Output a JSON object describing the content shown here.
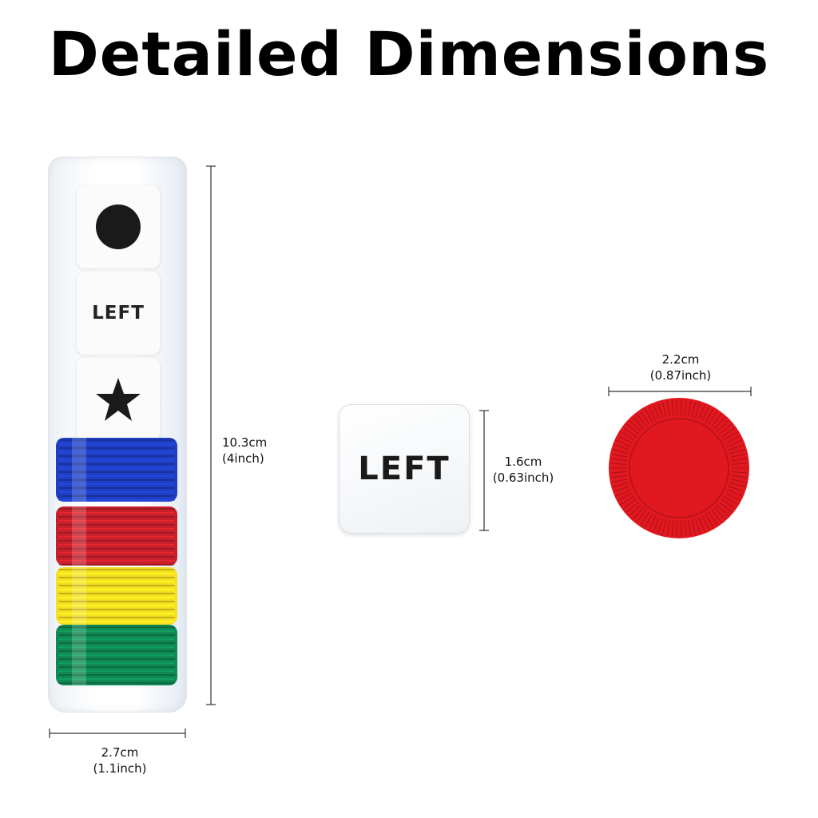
{
  "title": "Detailed Dimensions",
  "tube": {
    "height_cm": "10.3cm",
    "height_inch": "(4inch)",
    "width_cm": "2.7cm",
    "width_inch": "(1.1inch)",
    "dice_faces": [
      "dot",
      "LEFT",
      "star"
    ],
    "die_label": "LEFT",
    "chip_colors": [
      "#1f3fc4",
      "#c8202a",
      "#f6e020",
      "#0f8a55"
    ]
  },
  "die": {
    "face_label": "LEFT",
    "size_cm": "1.6cm",
    "size_inch": "(0.63inch)"
  },
  "chip": {
    "color": "#e1181f",
    "diameter_cm": "2.2cm",
    "diameter_inch": "(0.87inch)"
  }
}
